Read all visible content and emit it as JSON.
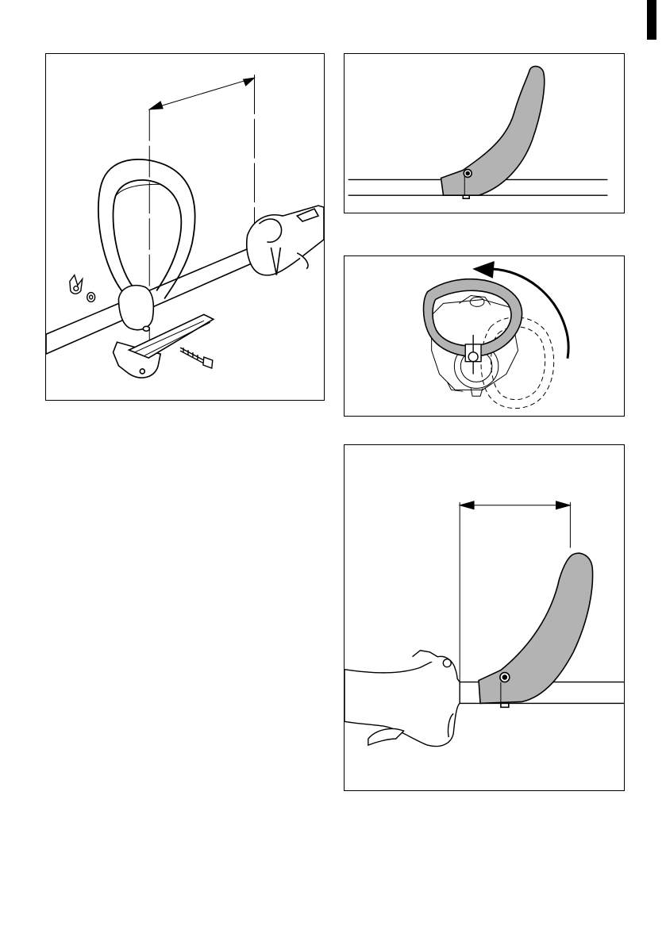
{
  "page": {
    "figures": [
      {
        "id": "fig1",
        "depicts": "loop-handle-assembly"
      },
      {
        "id": "fig2",
        "depicts": "loop-handle-side-view"
      },
      {
        "id": "fig3",
        "depicts": "loop-handle-rotation"
      },
      {
        "id": "fig4",
        "depicts": "loop-handle-distance-to-control-handle"
      }
    ]
  },
  "colors": {
    "ink": "#000000",
    "paper": "#ffffff",
    "handle_fill": "#b3b3b3",
    "rotation_arrow": "#000000"
  },
  "icons": {
    "wing_nut": "wing-nut-icon",
    "washer": "washer-icon",
    "screw": "screw-icon",
    "rotation_arrow": "curved-arrow-icon"
  }
}
